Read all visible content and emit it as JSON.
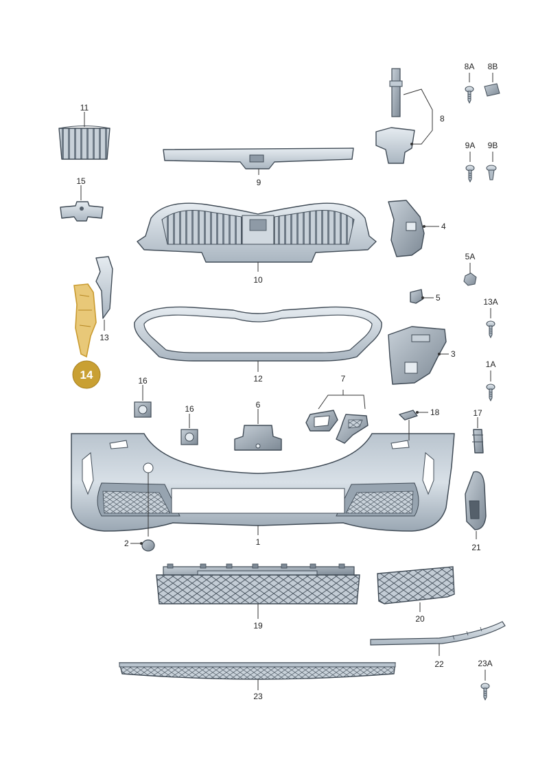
{
  "diagram": {
    "colors": {
      "part_fill_light": "#dde4ea",
      "part_fill_mid": "#bcc7d1",
      "part_fill_dark": "#8e9aa6",
      "outline": "#3f4a55",
      "highlight_fill": "#e8c878",
      "highlight_stroke": "#c99a2e",
      "badge": "#c9a033"
    },
    "labels": {
      "p1": "1",
      "p2": "2",
      "p3": "3",
      "p4": "4",
      "p5": "5",
      "p5a": "5A",
      "p6": "6",
      "p7": "7",
      "p8": "8",
      "p8a": "8A",
      "p8b": "8B",
      "p9": "9",
      "p9a": "9A",
      "p9b": "9B",
      "p10": "10",
      "p11": "11",
      "p12": "12",
      "p13": "13",
      "p13a": "13A",
      "p14": "14",
      "p15": "15",
      "p16a": "16",
      "p16b": "16",
      "p17": "17",
      "p18": "18",
      "p19": "19",
      "p1a": "1A",
      "p20": "20",
      "p21": "21",
      "p22": "22",
      "p23": "23",
      "p23a": "23A"
    },
    "highlighted_part": "14",
    "icons": [
      "screw-icon",
      "clip-nut-icon",
      "expanding-rivet-icon"
    ]
  }
}
